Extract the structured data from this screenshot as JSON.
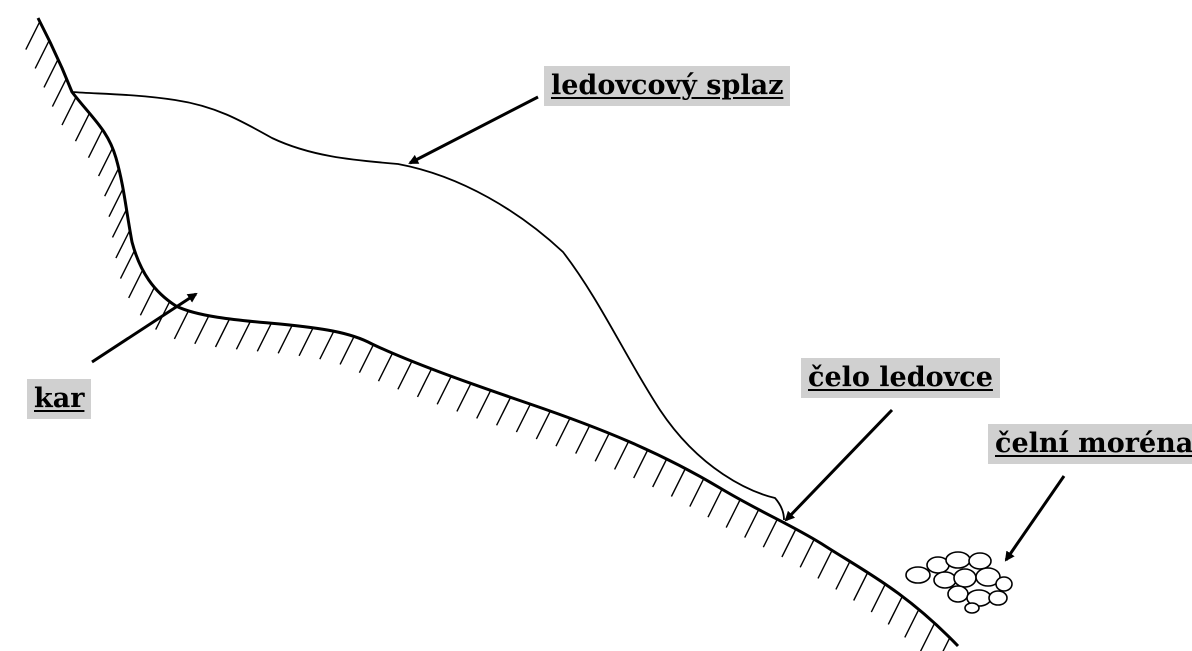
{
  "labels": {
    "glacier_tongue": "ledovcový splaz",
    "cirque": "kar",
    "glacier_snout": "čelo ledovce",
    "terminal_moraine": "čelní moréna"
  },
  "colors": {
    "label_background": "#d0d0d0",
    "line": "#000000"
  }
}
